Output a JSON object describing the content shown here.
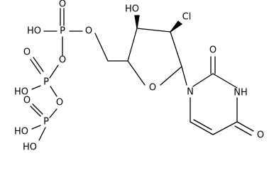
{
  "molecule": {
    "labels": {
      "phosphate_1": {
        "hydroxyl": "HO",
        "phosphorus": "P",
        "oxo": "O",
        "ester_oxygen": "O"
      },
      "phosphate_2": {
        "hydroxyl": "HO",
        "phosphorus": "P",
        "oxo": "O",
        "bridge_oxygen": "O"
      },
      "phosphate_3": {
        "hydroxyl": "HO",
        "phosphorus": "P",
        "oxo": "O",
        "bridge_oxygen": "O",
        "terminal_hydroxyl": "HO"
      },
      "sugar": {
        "hydroxyl": "HO",
        "chloro": "Cl",
        "ring_oxygen": "O"
      },
      "base": {
        "n1": "N",
        "nh": "NH",
        "c2_oxo": "O",
        "c4_oxo": "O"
      }
    },
    "colors": {
      "ink": "#000000",
      "background": "#ffffff"
    }
  }
}
